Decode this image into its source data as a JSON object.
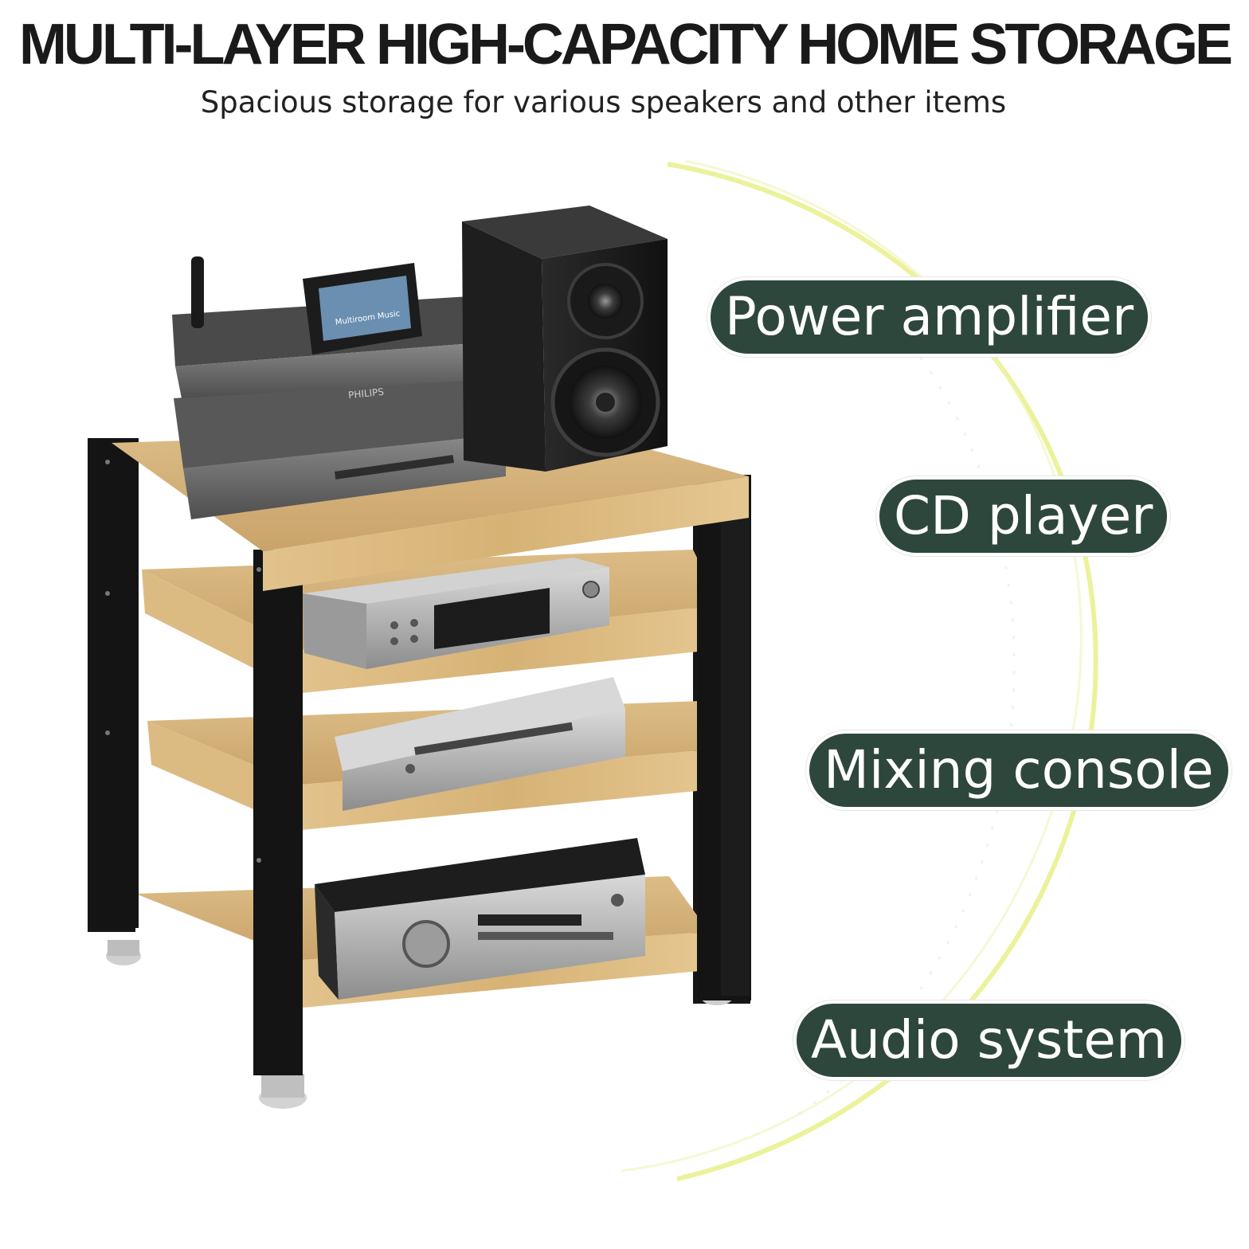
{
  "header": {
    "title": "MULTI-LAYER HIGH-CAPACITY HOME STORAGE",
    "subtitle": "Spacious storage for various speakers and other items"
  },
  "labels": [
    "Power amplifier",
    "CD player",
    "Mixing console",
    "Audio system"
  ],
  "device_text": {
    "top_unit_brand": "PHILIPS",
    "screen_text": "Multiroom Music"
  },
  "colors": {
    "pill_background": "#2e473d",
    "frame": "#141414",
    "wood": "#d9b67c",
    "accent_arc": "#e3ef6a"
  }
}
